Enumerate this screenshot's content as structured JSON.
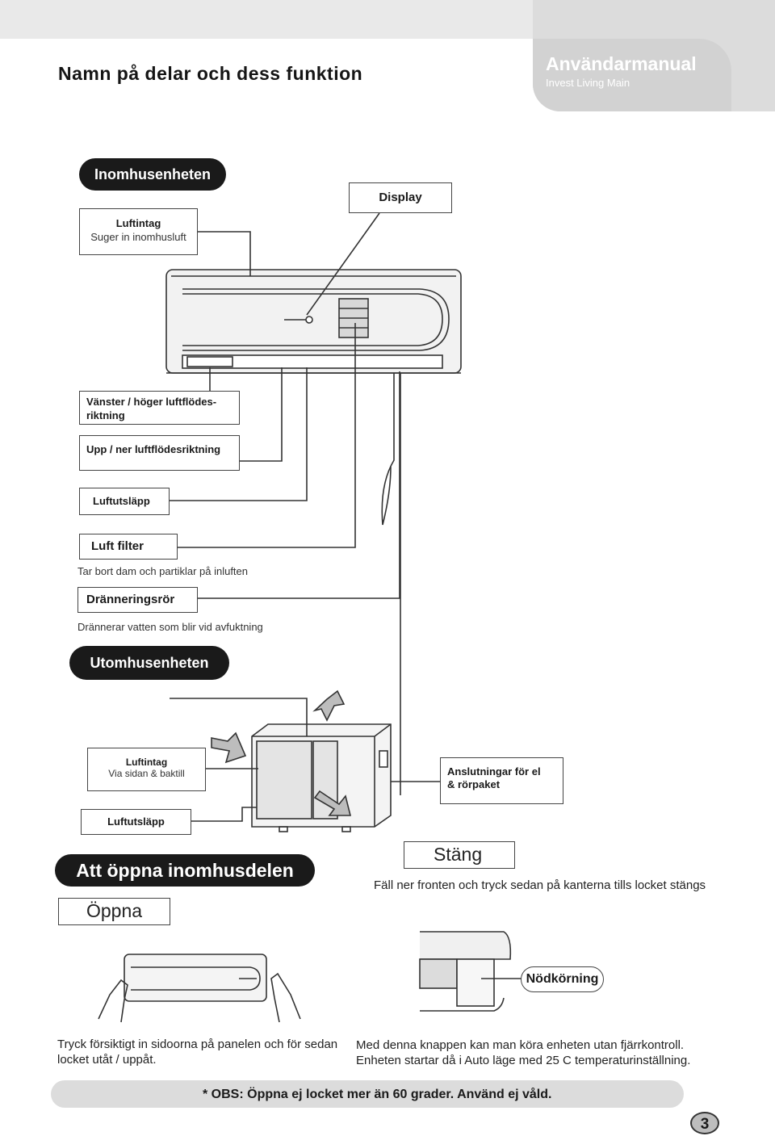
{
  "header": {
    "page_title": "Namn på delar och dess funktion",
    "manual_title": "Användarmanual",
    "manual_subtitle": "Invest Living Main"
  },
  "indoor": {
    "heading": "Inomhusenheten",
    "display_label": "Display",
    "air_intake_title": "Luftintag",
    "air_intake_desc": "Suger in inomhusluft",
    "lr_airflow": "Vänster / höger luftflödes-riktning",
    "lr_airflow_line1": "Vänster / höger luftflödes-",
    "lr_airflow_line2": "riktning",
    "ud_airflow": "Upp / ner luftflödesriktning",
    "air_outlet": "Luftutsläpp",
    "air_filter_title": "Luft filter",
    "air_filter_desc": "Tar bort dam och partiklar på inluften",
    "drain_title": "Dränneringsrör",
    "drain_desc": "Drännerar vatten som blir vid avfuktning"
  },
  "outdoor": {
    "heading": "Utomhusenheten",
    "air_intake_title": "Luftintag",
    "air_intake_desc": "Via sidan & baktill",
    "connections_line1": "Anslutningar för el",
    "connections_line2": "& rörpaket",
    "air_outlet": "Luftutsläpp"
  },
  "opening": {
    "heading": "Att öppna inomhusdelen",
    "open_label": "Öppna",
    "close_label": "Stäng",
    "close_desc": "Fäll ner fronten och tryck sedan på kanterna tills locket stängs",
    "emergency_label": "Nödkörning",
    "open_desc_line1": "Tryck försiktigt in sidoorna på panelen och för sedan",
    "open_desc_line2": "locket utåt / uppåt.",
    "emergency_desc_line1": "Med denna knappen kan man köra enheten utan fjärrkontroll.",
    "emergency_desc_line2": "Enheten startar då i Auto läge med 25 C temperaturinställning."
  },
  "footer": {
    "note": "* OBS: Öppna ej locket mer än 60 grader. Använd ej våld.",
    "page_number": "3"
  }
}
